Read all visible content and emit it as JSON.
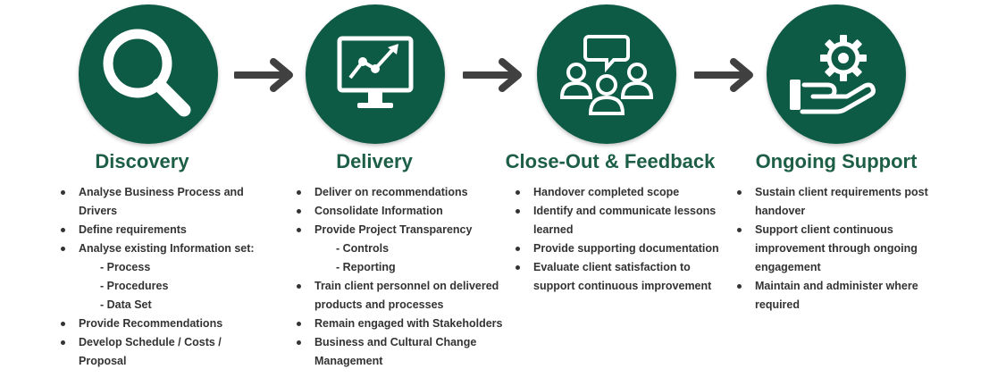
{
  "colors": {
    "circle": "#0d5a45",
    "title": "#1d5e46",
    "arrow": "#404040",
    "text": "#333333"
  },
  "stages": [
    {
      "icon": "magnifier-icon",
      "title": "Discovery",
      "items": [
        {
          "text": "Analyse Business Process and Drivers",
          "sub": false
        },
        {
          "text": "Define requirements",
          "sub": false
        },
        {
          "text": "Analyse existing Information set:",
          "sub": false
        },
        {
          "text": "- Process",
          "sub": true
        },
        {
          "text": "- Procedures",
          "sub": true
        },
        {
          "text": "- Data Set",
          "sub": true
        },
        {
          "text": "Provide Recommendations",
          "sub": false
        },
        {
          "text": "Develop Schedule / Costs / Proposal",
          "sub": false
        }
      ]
    },
    {
      "icon": "monitor-chart-icon",
      "title": "Delivery",
      "items": [
        {
          "text": "Deliver on recommendations",
          "sub": false
        },
        {
          "text": "Consolidate Information",
          "sub": false
        },
        {
          "text": "Provide Project Transparency",
          "sub": false
        },
        {
          "text": "- Controls",
          "sub": true
        },
        {
          "text": "- Reporting",
          "sub": true
        },
        {
          "text": "Train client personnel on delivered products and processes",
          "sub": false
        },
        {
          "text": "Remain engaged with Stakeholders",
          "sub": false
        },
        {
          "text": "Business and Cultural Change Management",
          "sub": false
        }
      ]
    },
    {
      "icon": "people-feedback-icon",
      "title": "Close-Out & Feedback",
      "items": [
        {
          "text": "Handover completed scope",
          "sub": false
        },
        {
          "text": "Identify and communicate lessons learned",
          "sub": false
        },
        {
          "text": "Provide supporting documentation",
          "sub": false
        },
        {
          "text": "Evaluate client satisfaction to support continuous improvement",
          "sub": false
        }
      ]
    },
    {
      "icon": "hand-gear-icon",
      "title": "Ongoing Support",
      "items": [
        {
          "text": "Sustain client requirements post handover",
          "sub": false
        },
        {
          "text": "Support client continuous improvement through ongoing engagement",
          "sub": false
        },
        {
          "text": "Maintain and administer where required",
          "sub": false
        }
      ]
    }
  ]
}
